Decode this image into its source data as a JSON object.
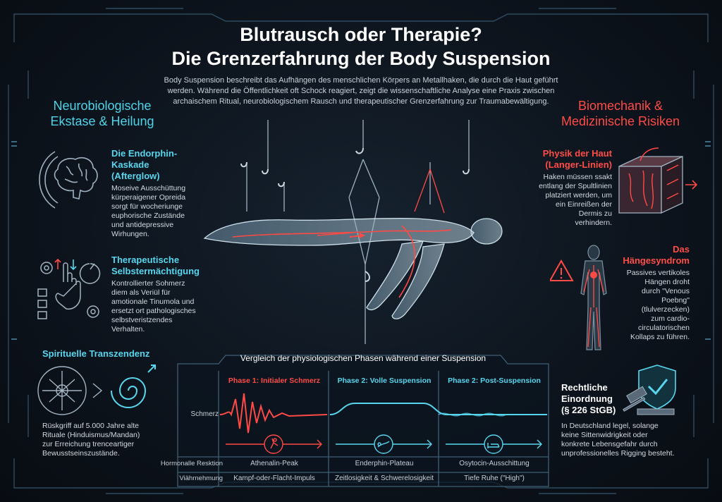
{
  "header": {
    "title_line1": "Blutrausch oder Therapie?",
    "title_line2": "Die Grenzerfahrung der Body Suspension",
    "intro_line1": "Body Suspension beschreibt das Aufhängen des menschlichen Körpers an Metallhaken, die durch die Haut geführt",
    "intro_line2": "werden. Während die Öffentlichkeit oft Schock reagiert, zeigt die wissenschaftliche Analyse eine Praxis zwischen",
    "intro_line3": "archaischem Ritual, neurobiologischem Rausch und therapeutischer Grenzerfahrung zur Traumabewältigung."
  },
  "left": {
    "section_title_line1": "Neurobiologische",
    "section_title_line2": "Ekstase & Heilung",
    "block1": {
      "title_line1": "Die Endorphin-Kaskade",
      "title_line2": "(Afterglow)",
      "lines": [
        "Moseive Ausschüttung",
        "kürperaigener Opreida",
        "sorgt für wocheriunge",
        "euphorische Zustände",
        "und antidepressive",
        "Wirhungen."
      ]
    },
    "block2": {
      "title_line1": "Therapeutische",
      "title_line2": "Selbstermächtigung",
      "lines": [
        "Kontrollierter Sohmerz",
        "diem als Veriül für",
        "amotionale Tinumola und",
        "ersetzt ort pathologisches",
        "selbstveristzendes",
        "Verhalten."
      ]
    },
    "block3": {
      "title": "Spirituelle Transzendenz",
      "lines": [
        "Rüskgriff auf 5.000 Jahre alte",
        "Rituale (Hinduismus/Mandan)",
        "zur Erreichung trenceartiger",
        "Bewusstseinszustände."
      ]
    }
  },
  "right": {
    "section_title_line1": "Biomechanik &",
    "section_title_line2": "Medizinische Risiken",
    "block1": {
      "title_line1": "Physik der Haut",
      "title_line2": "(Langer-Linien)",
      "lines": [
        "Haken müssen ssakt",
        "entlang der Spultlinien",
        "platziert werden, um",
        "ein Einreißen der",
        "Dermis zu",
        "verhindern."
      ]
    },
    "block2": {
      "title_line1": "Das",
      "title_line2": "Hängesyndrom",
      "lines": [
        "Passives vertikoles",
        "Hängen droht",
        "durch \"Venous",
        "Poebng\"",
        "(tlulverzecken)",
        "zum cardio-",
        "circulatorischen",
        "Kollaps zu führen."
      ]
    },
    "block3": {
      "title_line1": "Rechtliche",
      "title_line2": "Einordnung",
      "title_line3": "(§ 226 StGB)",
      "lines": [
        "In Deutschland legel, solange",
        "keine Sittenwidrigkeit oder",
        "konkrete Lebensgefahr durch",
        "unprofessionelles Rigging besteht."
      ]
    }
  },
  "comparison": {
    "title": "Vergleich der physiologischen Phasen während einer Suspension",
    "row_pain": "Schmerz",
    "row_hormone": "Hormonalle Resktion",
    "row_perception": "Viährnehmung",
    "phases": [
      {
        "title": "Phase 1: Initialer Schmerz",
        "hormone": "Athenalin-Peak",
        "perception": "Kampf-oder-Flacht-Impuls"
      },
      {
        "title": "Phase 2: Volle Suspension",
        "hormone": "Enderphin-Plateau",
        "perception": "Zeitlosigkeit & Schwerelosigkeit"
      },
      {
        "title": "Phase 2: Post-Suspension",
        "hormone": "Osytocin-Ausschittung",
        "perception": "Tiefe Ruhe (\"High\")"
      }
    ]
  },
  "colors": {
    "cyan": "#4fd3e8",
    "red": "#ff4a45",
    "background": "#0d141d"
  }
}
